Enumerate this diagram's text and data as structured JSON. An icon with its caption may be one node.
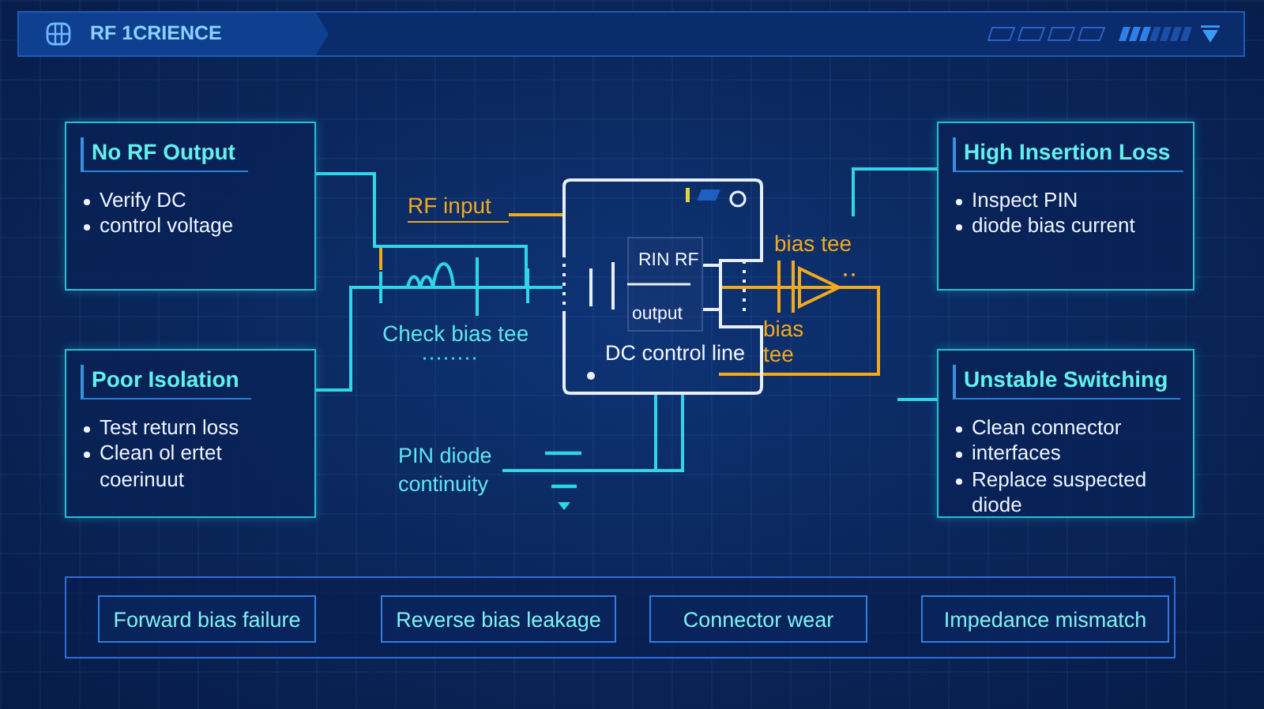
{
  "diagram": {
    "title": "RF 1CRIENCE",
    "nodes": [
      {
        "text": [
          "No RF Output",
          "Verify DC",
          "control voltage"
        ]
      },
      {
        "text": [
          "High Insertion Loss",
          "Inspect PIN",
          "diode bias current"
        ]
      },
      {
        "text": [
          "RF input"
        ]
      },
      {
        "text": [
          "DC control line"
        ]
      },
      {
        "text": [
          "RIN RF",
          "output"
        ],
        "in": 3
      },
      {
        "text": [
          "Poor Isolation",
          "Test return loss",
          "Clean ol ertet coerinuut"
        ]
      },
      {
        "text": [
          "Unstable Switching",
          "Clean connector",
          "interfaces",
          "Replace suspected diode"
        ]
      },
      {
        "text": [
          "PIN diode continuity"
        ]
      },
      {
        "text": [],
        "shape": "box"
      },
      {
        "text": [
          "Forward bias failure"
        ],
        "in": 8
      },
      {
        "text": [
          "Reverse bias leakage"
        ],
        "in": 8
      },
      {
        "text": [
          "Connector wear"
        ],
        "in": 8
      },
      {
        "text": [
          "Impedance mismatch"
        ],
        "in": 8
      }
    ],
    "edges": [
      {
        "from": 0,
        "to": 3,
        "arrow": "none"
      },
      {
        "from": 1,
        "to": null,
        "arrow": "none"
      },
      {
        "from": 2,
        "to": 3,
        "arrow": "none",
        "color": "#f2a91d"
      },
      {
        "from": 5,
        "to": 3,
        "arrow": "none"
      },
      {
        "from": 6,
        "to": null,
        "arrow": "none"
      },
      {
        "from": 7,
        "to": 3,
        "arrow": "none"
      }
    ],
    "labels": [
      "bias tee",
      "Check bias tee",
      "bias tee"
    ]
  }
}
